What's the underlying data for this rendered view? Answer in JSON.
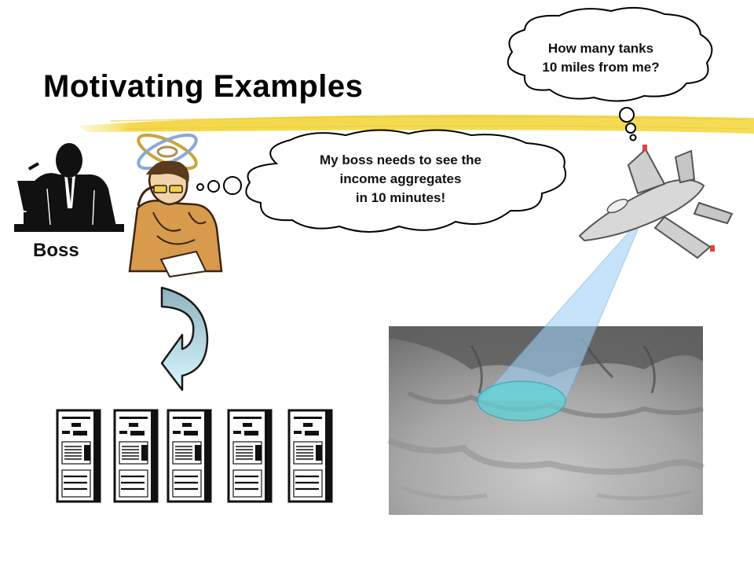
{
  "slide": {
    "title": "Motivating Examples",
    "boss_label": "Boss"
  },
  "employee_thought": {
    "lines": [
      "My boss needs to see the",
      "income aggregates",
      "in 10 minutes!"
    ]
  },
  "pilot_thought": {
    "lines": [
      "How many tanks",
      "10 miles from me?"
    ]
  },
  "colors": {
    "highlight_stroke": "#f2d64a",
    "beam": "#9fd0f5",
    "beam_spot": "#5fd3d6",
    "arrow_fill": "#b8e6f4",
    "arrow_stroke": "#1a1a1a",
    "terrain_base": "#8a8a8a"
  },
  "servers": {
    "count": 5
  }
}
